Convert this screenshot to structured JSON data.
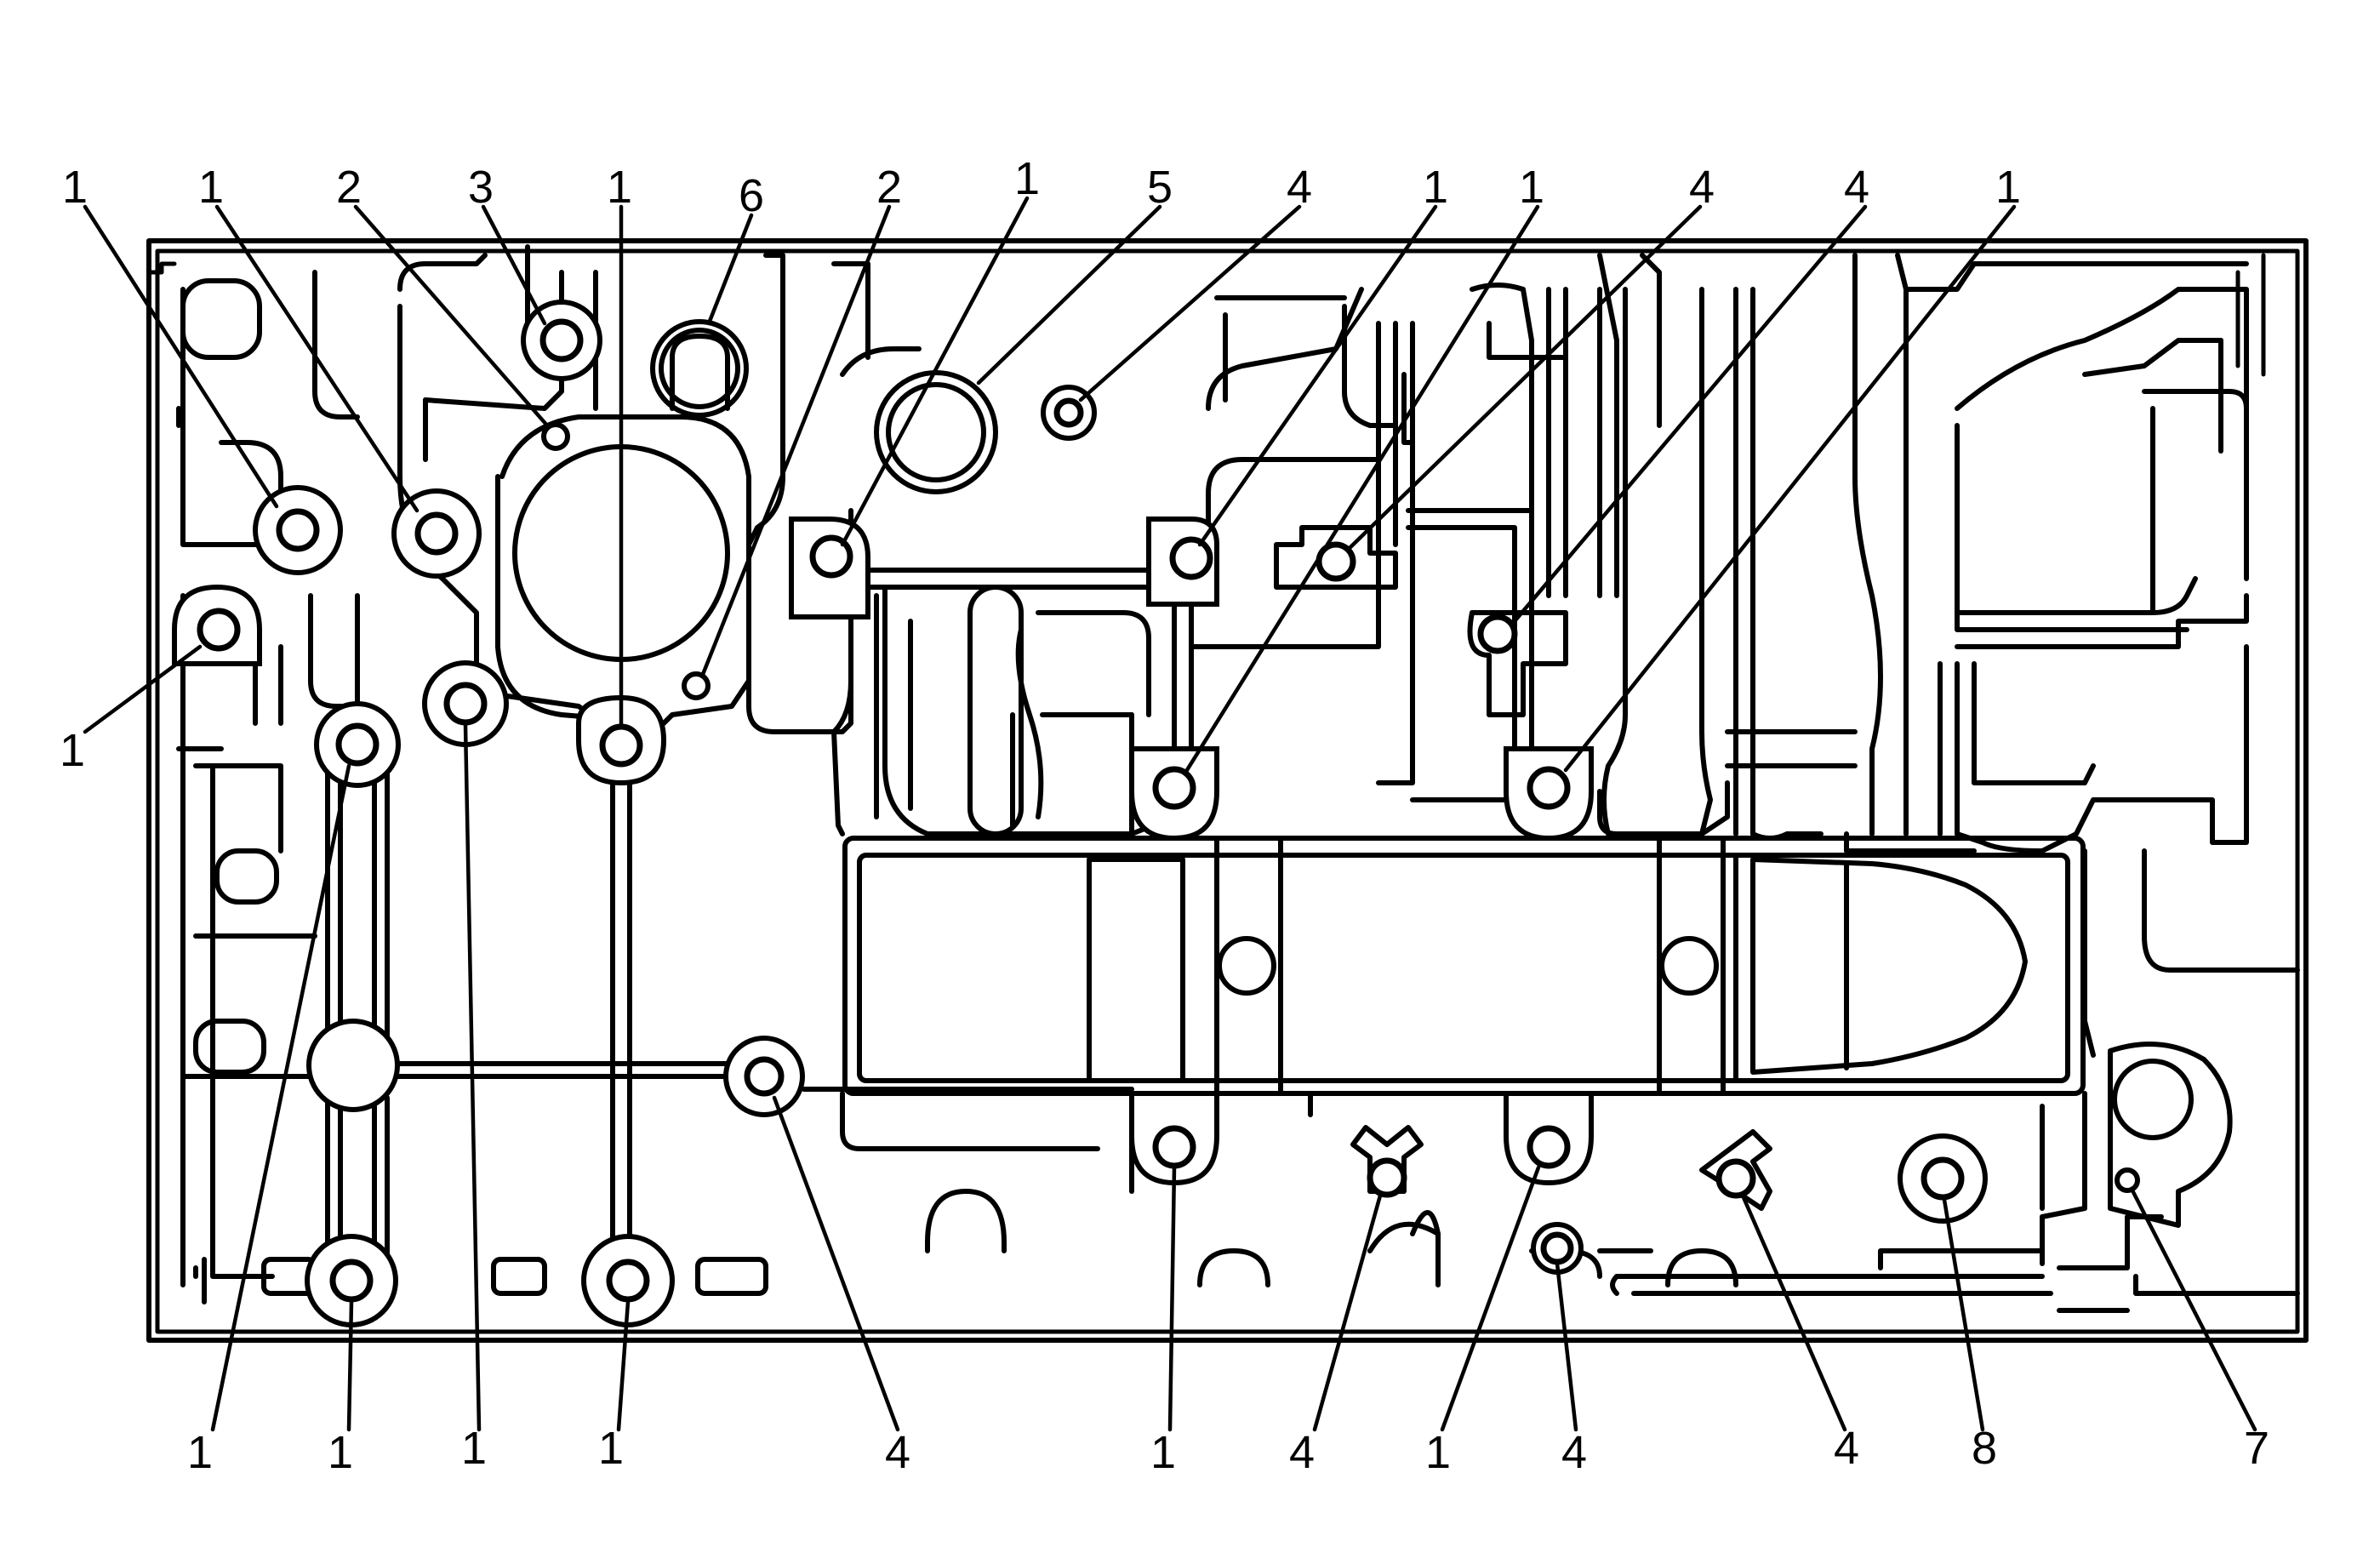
{
  "figure": {
    "callouts_top": [
      {
        "id": "t1",
        "label": "1"
      },
      {
        "id": "t2",
        "label": "1"
      },
      {
        "id": "t3",
        "label": "2"
      },
      {
        "id": "t4",
        "label": "3"
      },
      {
        "id": "t5",
        "label": "1"
      },
      {
        "id": "t6",
        "label": "6"
      },
      {
        "id": "t7",
        "label": "2"
      },
      {
        "id": "t8",
        "label": "1"
      },
      {
        "id": "t9",
        "label": "5"
      },
      {
        "id": "t10",
        "label": "4"
      },
      {
        "id": "t11",
        "label": "1"
      },
      {
        "id": "t12",
        "label": "1"
      },
      {
        "id": "t13",
        "label": "4"
      },
      {
        "id": "t14",
        "label": "4"
      },
      {
        "id": "t15",
        "label": "1"
      }
    ],
    "callouts_left": [
      {
        "id": "l1",
        "label": "1"
      }
    ],
    "callouts_bottom": [
      {
        "id": "b1",
        "label": "1"
      },
      {
        "id": "b2",
        "label": "1"
      },
      {
        "id": "b3",
        "label": "1"
      },
      {
        "id": "b4",
        "label": "1"
      },
      {
        "id": "b5",
        "label": "4"
      },
      {
        "id": "b6",
        "label": "1"
      },
      {
        "id": "b7",
        "label": "4"
      },
      {
        "id": "b8",
        "label": "1"
      },
      {
        "id": "b9",
        "label": "4"
      },
      {
        "id": "b10",
        "label": "4"
      },
      {
        "id": "b11",
        "label": "8"
      },
      {
        "id": "b12",
        "label": "7"
      }
    ]
  }
}
